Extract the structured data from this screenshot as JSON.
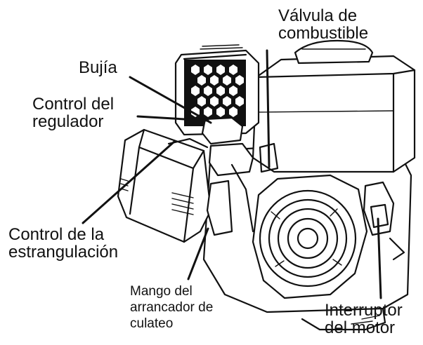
{
  "labels": {
    "fuel_valve": [
      "Válvula de",
      "combustible"
    ],
    "spark_plug": [
      "Bujía"
    ],
    "throttle": [
      "Control del",
      "regulador"
    ],
    "choke": [
      "Control de la",
      "estrangulación"
    ],
    "recoil_handle": [
      "Mango del",
      "arrancador de",
      "culateo"
    ],
    "engine_switch": [
      "Interruptor",
      "del motor"
    ]
  }
}
